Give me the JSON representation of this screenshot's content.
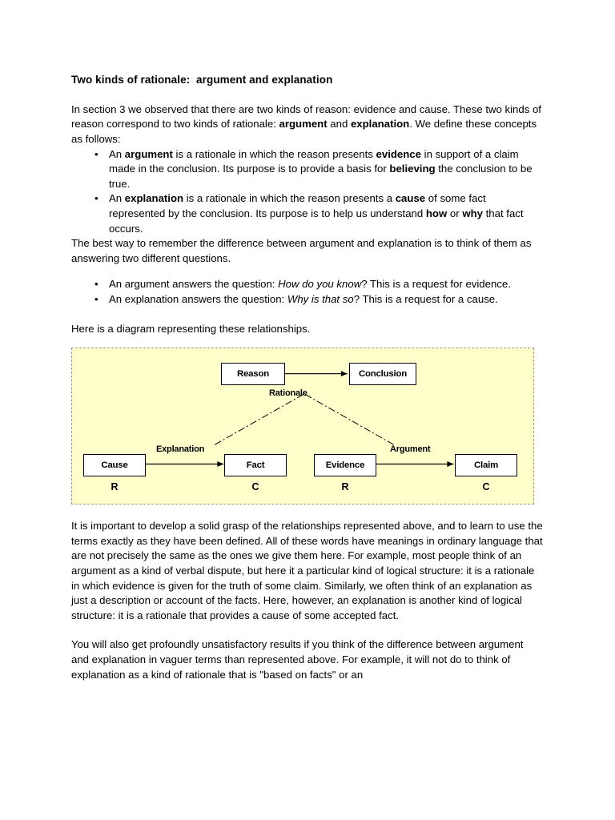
{
  "document": {
    "heading": "Two kinds of rationale:  argument and explanation",
    "intro": {
      "line_1": "In section 3 we observed that there are two kinds of reason: evidence and cause.  These two kinds of reason correspond to two kinds of rationale: ",
      "bold_1": "argument",
      "mid_1": " and ",
      "bold_2": "explanation",
      "tail_1": ".  We define these concepts as follows:"
    },
    "definitions": [
      {
        "pre": "An ",
        "term": "argument",
        "mid_1": " is a rationale in which the reason presents ",
        "term_2": "evidence",
        "mid_2": " in support of a claim made in the conclusion.  Its purpose is to provide a basis for ",
        "term_3": "believing",
        "tail": " the conclusion to be true."
      },
      {
        "pre": "An ",
        "term": "explanation",
        "mid_1": " is a rationale in which the reason presents a ",
        "term_2": "cause",
        "mid_2": " of some fact represented by the conclusion.  Its purpose is to help us understand ",
        "term_3": "how",
        "mid_3": " or ",
        "term_4": "why",
        "tail": " that fact occurs."
      }
    ],
    "best_way": "The best way to remember the difference between argument and explanation is to think of them as answering two different questions.",
    "questions": [
      {
        "pre": "An argument answers the question:  ",
        "italic": "How do you know",
        "tail": "?  This is a request for evidence."
      },
      {
        "pre": "An explanation answers the question:  ",
        "italic": "Why is that so",
        "tail": "? This is a request for a cause."
      }
    ],
    "diagram_lead": "Here is a diagram representing these relationships.",
    "closing_paragraph": "It is important to develop a solid grasp of the relationships represented above, and to learn to use the terms exactly as they have been defined.  All of these words have meanings in ordinary language that are not precisely the same as the ones we give them here.  For example, most people think of an argument as a kind of verbal dispute, but here it  a particular kind of logical structure:  it is a rationale in which evidence is given for the truth of some claim.  Similarly, we often think of an explanation as just a description or account of the facts.  Here, however, an explanation is another kind of logical structure:  it is a rationale that provides a cause of some accepted fact.",
    "final_paragraph": "You will also get profoundly unsatisfactory results if you think of the difference between argument and explanation in vaguer terms than represented above.  For example, it will not do to think of explanation as a kind of rationale that is \"based on facts\" or an"
  },
  "diagram": {
    "background_color": "#ffffcc",
    "border_color": "#9a9a8a",
    "nodes": {
      "reason": "Reason",
      "conclusion": "Conclusion",
      "cause": "Cause",
      "fact": "Fact",
      "evidence": "Evidence",
      "claim": "Claim"
    },
    "labels": {
      "rationale": "Rationale",
      "explanation": "Explanation",
      "argument": "Argument"
    },
    "role_letters": {
      "cause": "R",
      "fact": "C",
      "evidence": "R",
      "claim": "C"
    }
  }
}
